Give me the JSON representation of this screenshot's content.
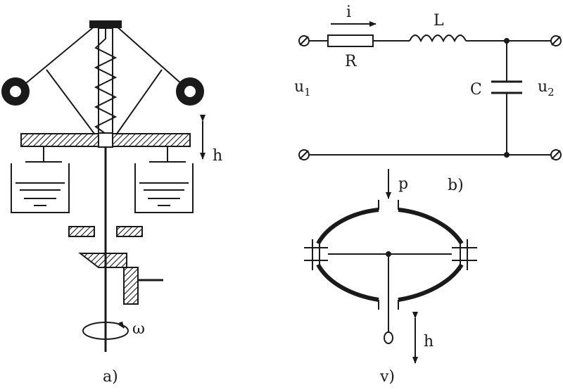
{
  "panel_a": {
    "caption": "a)",
    "height_label": "h",
    "omega_label": "ω"
  },
  "panel_b": {
    "caption": "b)",
    "current_label": "i",
    "resistor_label": "R",
    "inductor_label": "L",
    "capacitor_label": "C",
    "input_voltage": {
      "main": "u",
      "sub": "1"
    },
    "output_voltage": {
      "main": "u",
      "sub": "2"
    }
  },
  "panel_v": {
    "caption": "v)",
    "pressure_label": "p",
    "height_label": "h"
  },
  "colors": {
    "ink": "#1a1a1a",
    "background": "#ffffff"
  }
}
